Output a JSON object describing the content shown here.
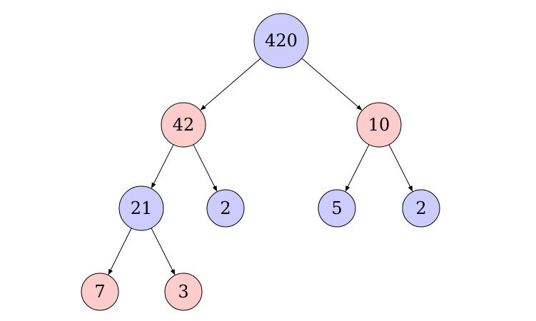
{
  "colors": {
    "blue_fill": "#ccccff",
    "red_fill": "#ffcccc",
    "stroke": "#000000"
  },
  "nodes": [
    {
      "id": "n420",
      "label": "420",
      "color": "blue"
    },
    {
      "id": "n42",
      "label": "42",
      "color": "red"
    },
    {
      "id": "n10",
      "label": "10",
      "color": "red"
    },
    {
      "id": "n21",
      "label": "21",
      "color": "blue"
    },
    {
      "id": "n2a",
      "label": "2",
      "color": "blue"
    },
    {
      "id": "n5",
      "label": "5",
      "color": "blue"
    },
    {
      "id": "n2b",
      "label": "2",
      "color": "blue"
    },
    {
      "id": "n7",
      "label": "7",
      "color": "red"
    },
    {
      "id": "n3",
      "label": "3",
      "color": "red"
    }
  ],
  "edges": [
    {
      "from": "n420",
      "to": "n42"
    },
    {
      "from": "n420",
      "to": "n10"
    },
    {
      "from": "n42",
      "to": "n21"
    },
    {
      "from": "n42",
      "to": "n2a"
    },
    {
      "from": "n10",
      "to": "n5"
    },
    {
      "from": "n10",
      "to": "n2b"
    },
    {
      "from": "n21",
      "to": "n7"
    },
    {
      "from": "n21",
      "to": "n3"
    }
  ]
}
